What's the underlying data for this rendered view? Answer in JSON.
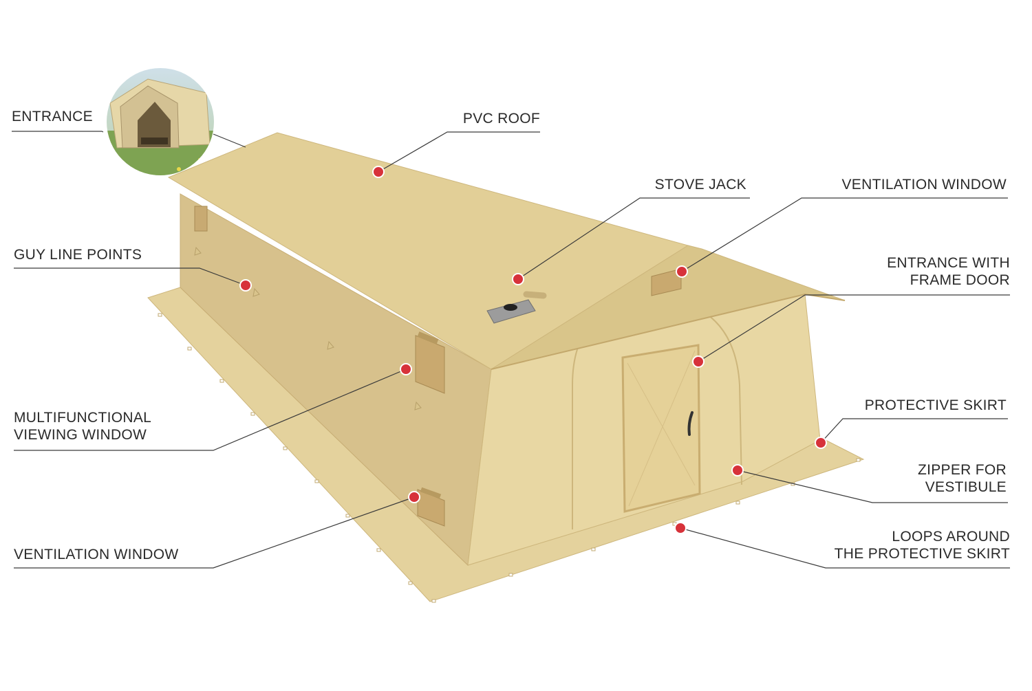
{
  "diagram": {
    "colors": {
      "canvas": "#ffffff",
      "tent_roof": "#e2cf97",
      "tent_wall_side": "#d7c18c",
      "tent_wall_front": "#e8d7a3",
      "tent_skirt": "#e4d29d",
      "marker": "#d7323a",
      "leader_line": "#3a3a3a",
      "label_text": "#2a2a2a",
      "stove_plate": "#9c9c9c"
    },
    "inset": {
      "name": "entrance-photo"
    },
    "callouts": [
      {
        "id": "entrance",
        "lines": [
          "ENTRANCE"
        ]
      },
      {
        "id": "pvc-roof",
        "lines": [
          "PVC ROOF"
        ]
      },
      {
        "id": "stove-jack",
        "lines": [
          "STOVE JACK"
        ]
      },
      {
        "id": "ventilation-window-top",
        "lines": [
          "VENTILATION WINDOW"
        ]
      },
      {
        "id": "guy-line-points",
        "lines": [
          "GUY LINE POINTS"
        ]
      },
      {
        "id": "entrance-frame-door",
        "lines": [
          "ENTRANCE WITH",
          "FRAME DOOR"
        ]
      },
      {
        "id": "multifunctional-window",
        "lines": [
          "MULTIFUNCTIONAL",
          "VIEWING WINDOW"
        ]
      },
      {
        "id": "protective-skirt",
        "lines": [
          "PROTECTIVE SKIRT"
        ]
      },
      {
        "id": "zipper-vestibule",
        "lines": [
          "ZIPPER FOR",
          "VESTIBULE"
        ]
      },
      {
        "id": "ventilation-window-bottom",
        "lines": [
          "VENTILATION WINDOW"
        ]
      },
      {
        "id": "loops-skirt",
        "lines": [
          "LOOPS AROUND",
          "THE PROTECTIVE SKIRT"
        ]
      }
    ]
  }
}
